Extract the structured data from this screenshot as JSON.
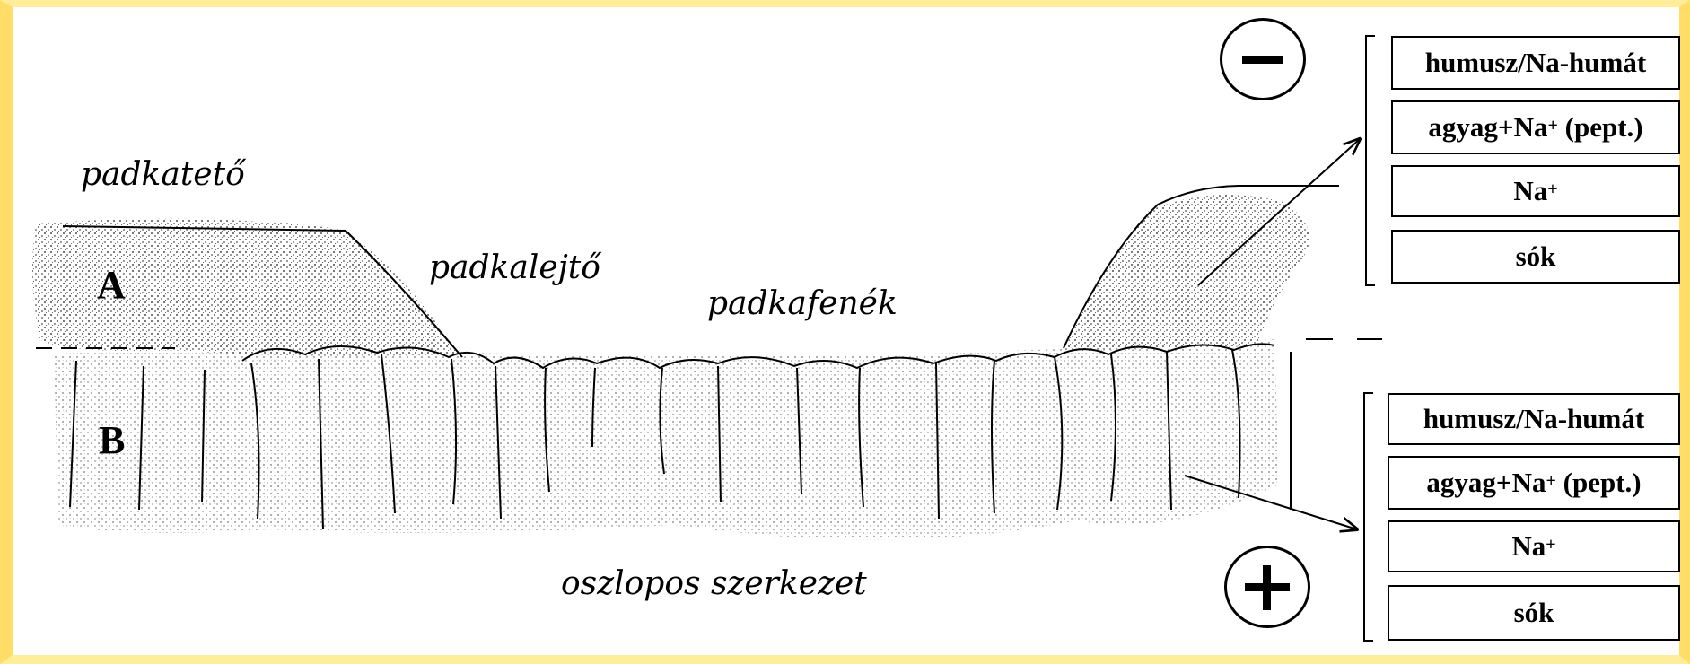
{
  "labels": {
    "padkateto": "padkatető",
    "padkalejto": "padkalejtő",
    "padkafenek": "padkafenék",
    "oszlopos": "oszlopos szerkezet"
  },
  "horizons": {
    "a": "A",
    "b": "B"
  },
  "charges": {
    "negative": "−",
    "positive": "+"
  },
  "top_panel": {
    "items": [
      {
        "text": "humusz/Na-humát"
      },
      {
        "text": "agyag+Na",
        "sup": "+",
        "suffix": " (pept.)"
      },
      {
        "text": "Na",
        "sup": "+"
      },
      {
        "text": "sók"
      }
    ]
  },
  "bottom_panel": {
    "items": [
      {
        "text": "humusz/Na-humát"
      },
      {
        "text": "agyag+Na",
        "sup": "+",
        "suffix": " (pept.)"
      },
      {
        "text": "Na",
        "sup": "+"
      },
      {
        "text": "sók"
      }
    ]
  },
  "colors": {
    "frame": "#ffdd66",
    "stipple_dark": "#8a8a8a",
    "stipple_light": "#bdbdbd"
  }
}
